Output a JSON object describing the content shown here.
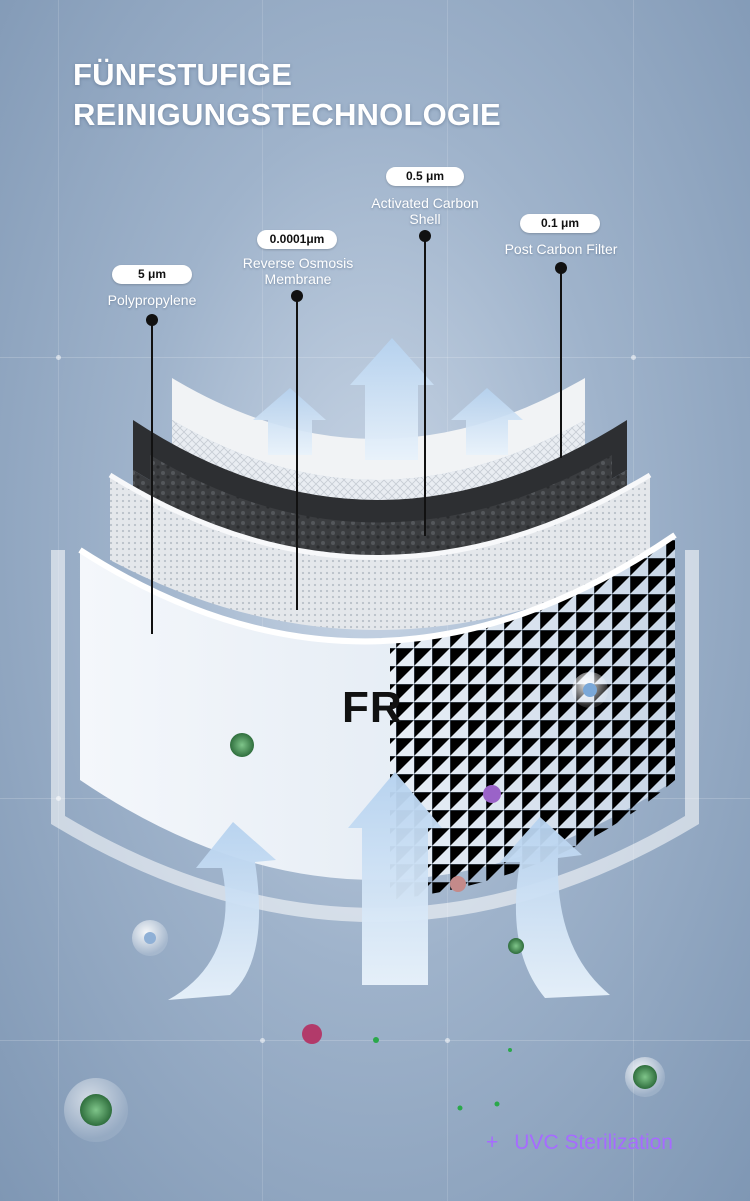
{
  "headline": {
    "line1": "FÜNFSTUFIGE",
    "line2": "REINIGUNGSTECHNOLOGIE"
  },
  "filter_layers": [
    {
      "size": "5 μm",
      "label_line1": "Polypropylene",
      "label_line2": ""
    },
    {
      "size": "0.0001μm",
      "label_line1": "Reverse Osmosis",
      "label_line2": "Membrane"
    },
    {
      "size": "0.5 μm",
      "label_line1": "Activated Carbon",
      "label_line2": "Shell"
    },
    {
      "size": "0.1 μm",
      "label_line1": "Post Carbon Filter",
      "label_line2": ""
    }
  ],
  "center_mark": "FR",
  "feature": {
    "symbol": "+",
    "label": "UVC Sterilization"
  },
  "colors": {
    "background": "#9fb3cb",
    "text_light": "#ffffff",
    "pointer": "#111111",
    "uvc_accent": "#a66bff",
    "carbon_layer": "#3b3d40"
  },
  "icons": [
    "airflow-arrow-icon",
    "bacteria-icon"
  ]
}
